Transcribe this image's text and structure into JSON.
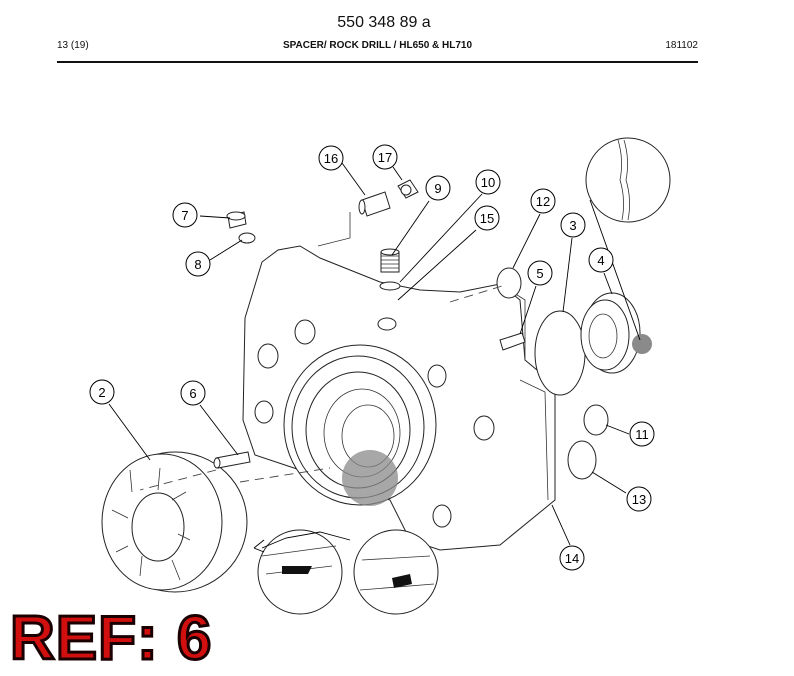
{
  "header": {
    "doc_number": "550 348 89 a",
    "page": "13 (19)",
    "title": "SPACER/ ROCK DRILL / HL650 & HL710",
    "code": "181102"
  },
  "callouts": [
    "2",
    "3",
    "4",
    "5",
    "6",
    "7",
    "8",
    "9",
    "10",
    "11",
    "12",
    "13",
    "14",
    "15",
    "16",
    "17"
  ],
  "stamp": {
    "text": "REF: 6",
    "fill_color": "#d20f0f"
  }
}
